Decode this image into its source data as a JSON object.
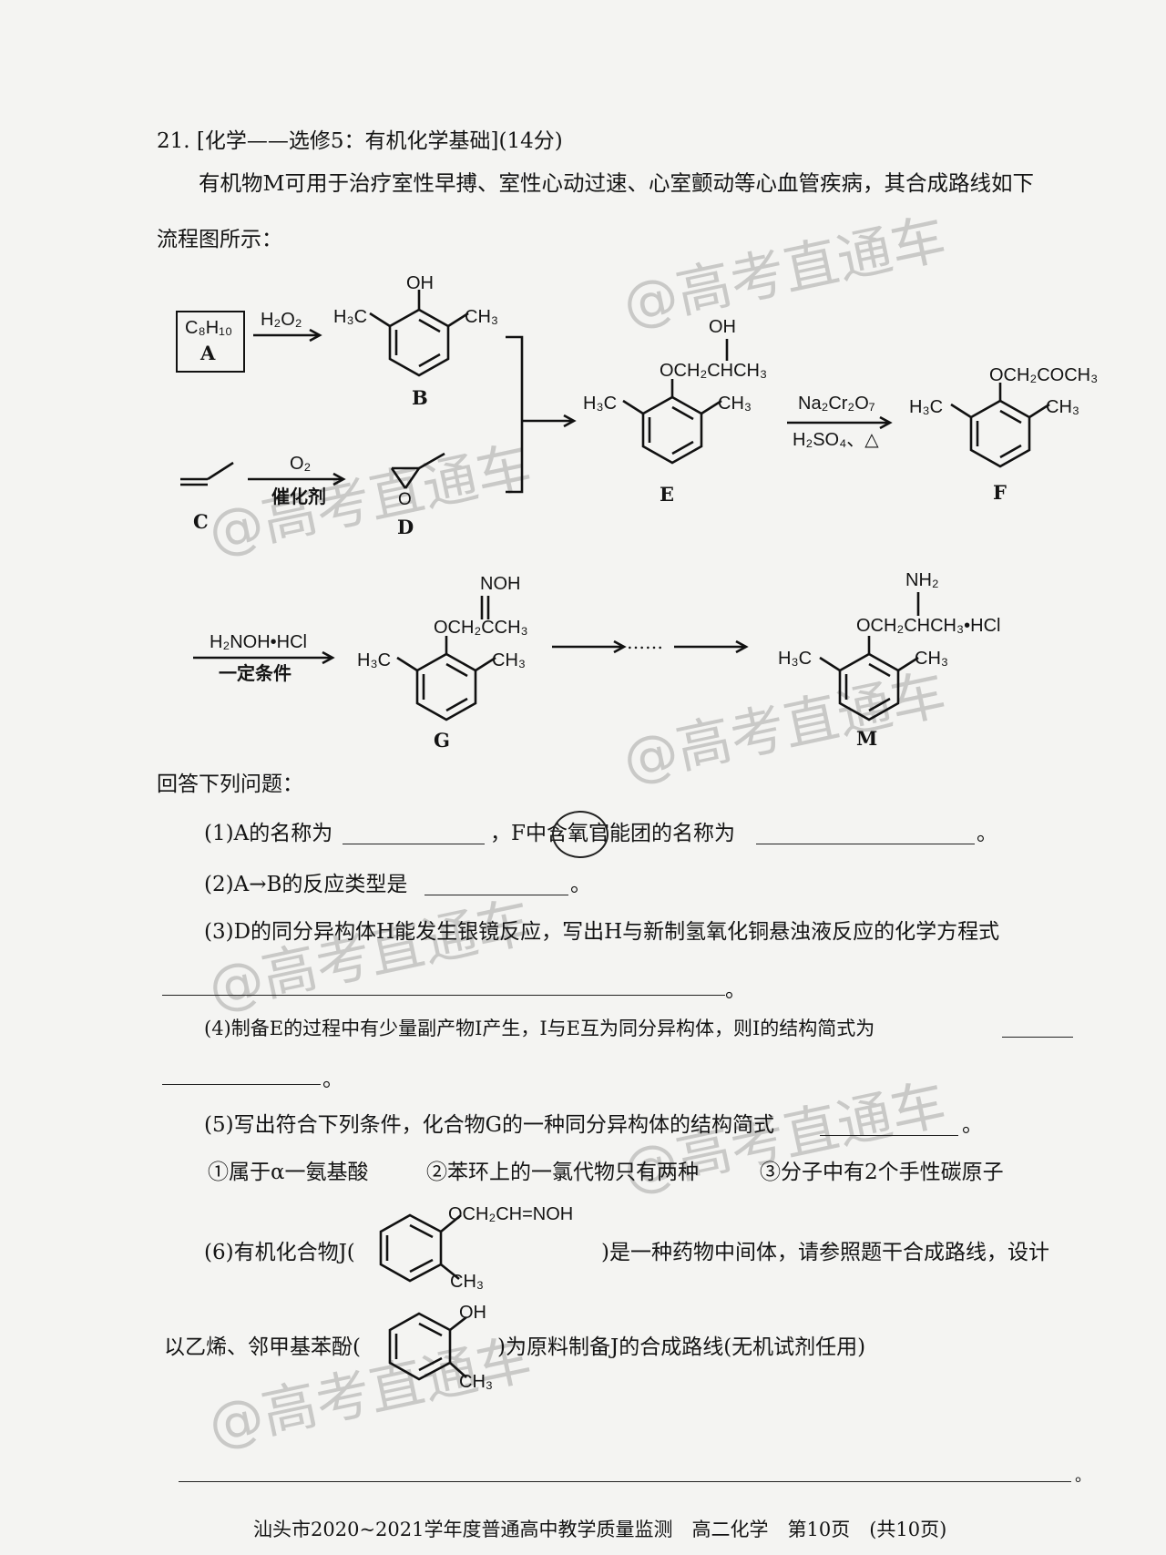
{
  "question": {
    "header": "21. [化学——选修5：有机化学基础](14分)",
    "intro_line1": "有机物M可用于治疗室性早搏、室性心动过速、心室颤动等心血管疾病，其合成路线如下",
    "intro_line2": "流程图所示："
  },
  "scheme": {
    "A": {
      "formula": "C₈H₁₀",
      "label": "A"
    },
    "B": {
      "label": "B",
      "OH": "OH",
      "CH3_left": "H₃C",
      "CH3_right": "CH₃"
    },
    "C": {
      "label": "C"
    },
    "D": {
      "label": "D",
      "O": "O"
    },
    "E": {
      "label": "E",
      "OH": "OH",
      "chain": "OCH₂CHCH₃",
      "CH3_left": "H₃C",
      "CH3_right": "CH₃"
    },
    "F": {
      "label": "F",
      "chain": "OCH₂COCH₃",
      "CH3_left": "H₃C",
      "CH3_right": "CH₃"
    },
    "G": {
      "label": "G",
      "NOH": "NOH",
      "chain": "OCH₂CCH₃",
      "CH3_left": "H₃C",
      "CH3_right": "CH₃"
    },
    "M": {
      "label": "M",
      "NH2": "NH₂",
      "chain": "OCH₂CHCH₃•HCl",
      "CH3_left": "H₃C",
      "CH3_right": "CH₃"
    },
    "reagents": {
      "A_to_B": "H₂O₂",
      "C_to_D_top": "O₂",
      "C_to_D_bottom": "催化剂",
      "E_to_F_top": "Na₂Cr₂O₇",
      "E_to_F_bottom": "H₂SO₄、△",
      "F_to_G_top": "H₂NOH•HCl",
      "F_to_G_bottom": "一定条件",
      "G_to_M_dots": "……"
    }
  },
  "answers": {
    "prompt": "回答下列问题：",
    "q1_a": "(1)A的名称为",
    "q1_b": "，F中含氧官能团的名称为",
    "q1_end": "。",
    "q2": "(2)A→B的反应类型是",
    "q2_end": "。",
    "q3": "(3)D的同分异构体H能发生银镜反应，写出H与新制氢氧化铜悬浊液反应的化学方程式",
    "q3_end": "。",
    "q4": "(4)制备E的过程中有少量副产物I产生，I与E互为同分异构体，则I的结构简式为",
    "q4_end": "。",
    "q5": "(5)写出符合下列条件，化合物G的一种同分异构体的结构简式",
    "q5_end": "。",
    "q5_c1": "①属于α一氨基酸",
    "q5_c2": "②苯环上的一氯代物只有两种",
    "q5_c3": "③分子中有2个手性碳原子",
    "q6_a": "(6)有机化合物J(",
    "q6_J_chain": "OCH₂CH=NOH",
    "q6_J_CH3": "CH₃",
    "q6_b": ")是一种药物中间体，请参照题干合成路线，设计",
    "q6_c": "以乙烯、邻甲基苯酚(",
    "q6_P_OH": "OH",
    "q6_P_CH3": "CH₃",
    "q6_d": ")为原料制备J的合成路线(无机试剂任用)",
    "q6_end": "。"
  },
  "footer": "汕头市2020~2021学年度普通高中教学质量监测　高二化学　第10页　(共10页)",
  "watermark": "@高考直通车"
}
